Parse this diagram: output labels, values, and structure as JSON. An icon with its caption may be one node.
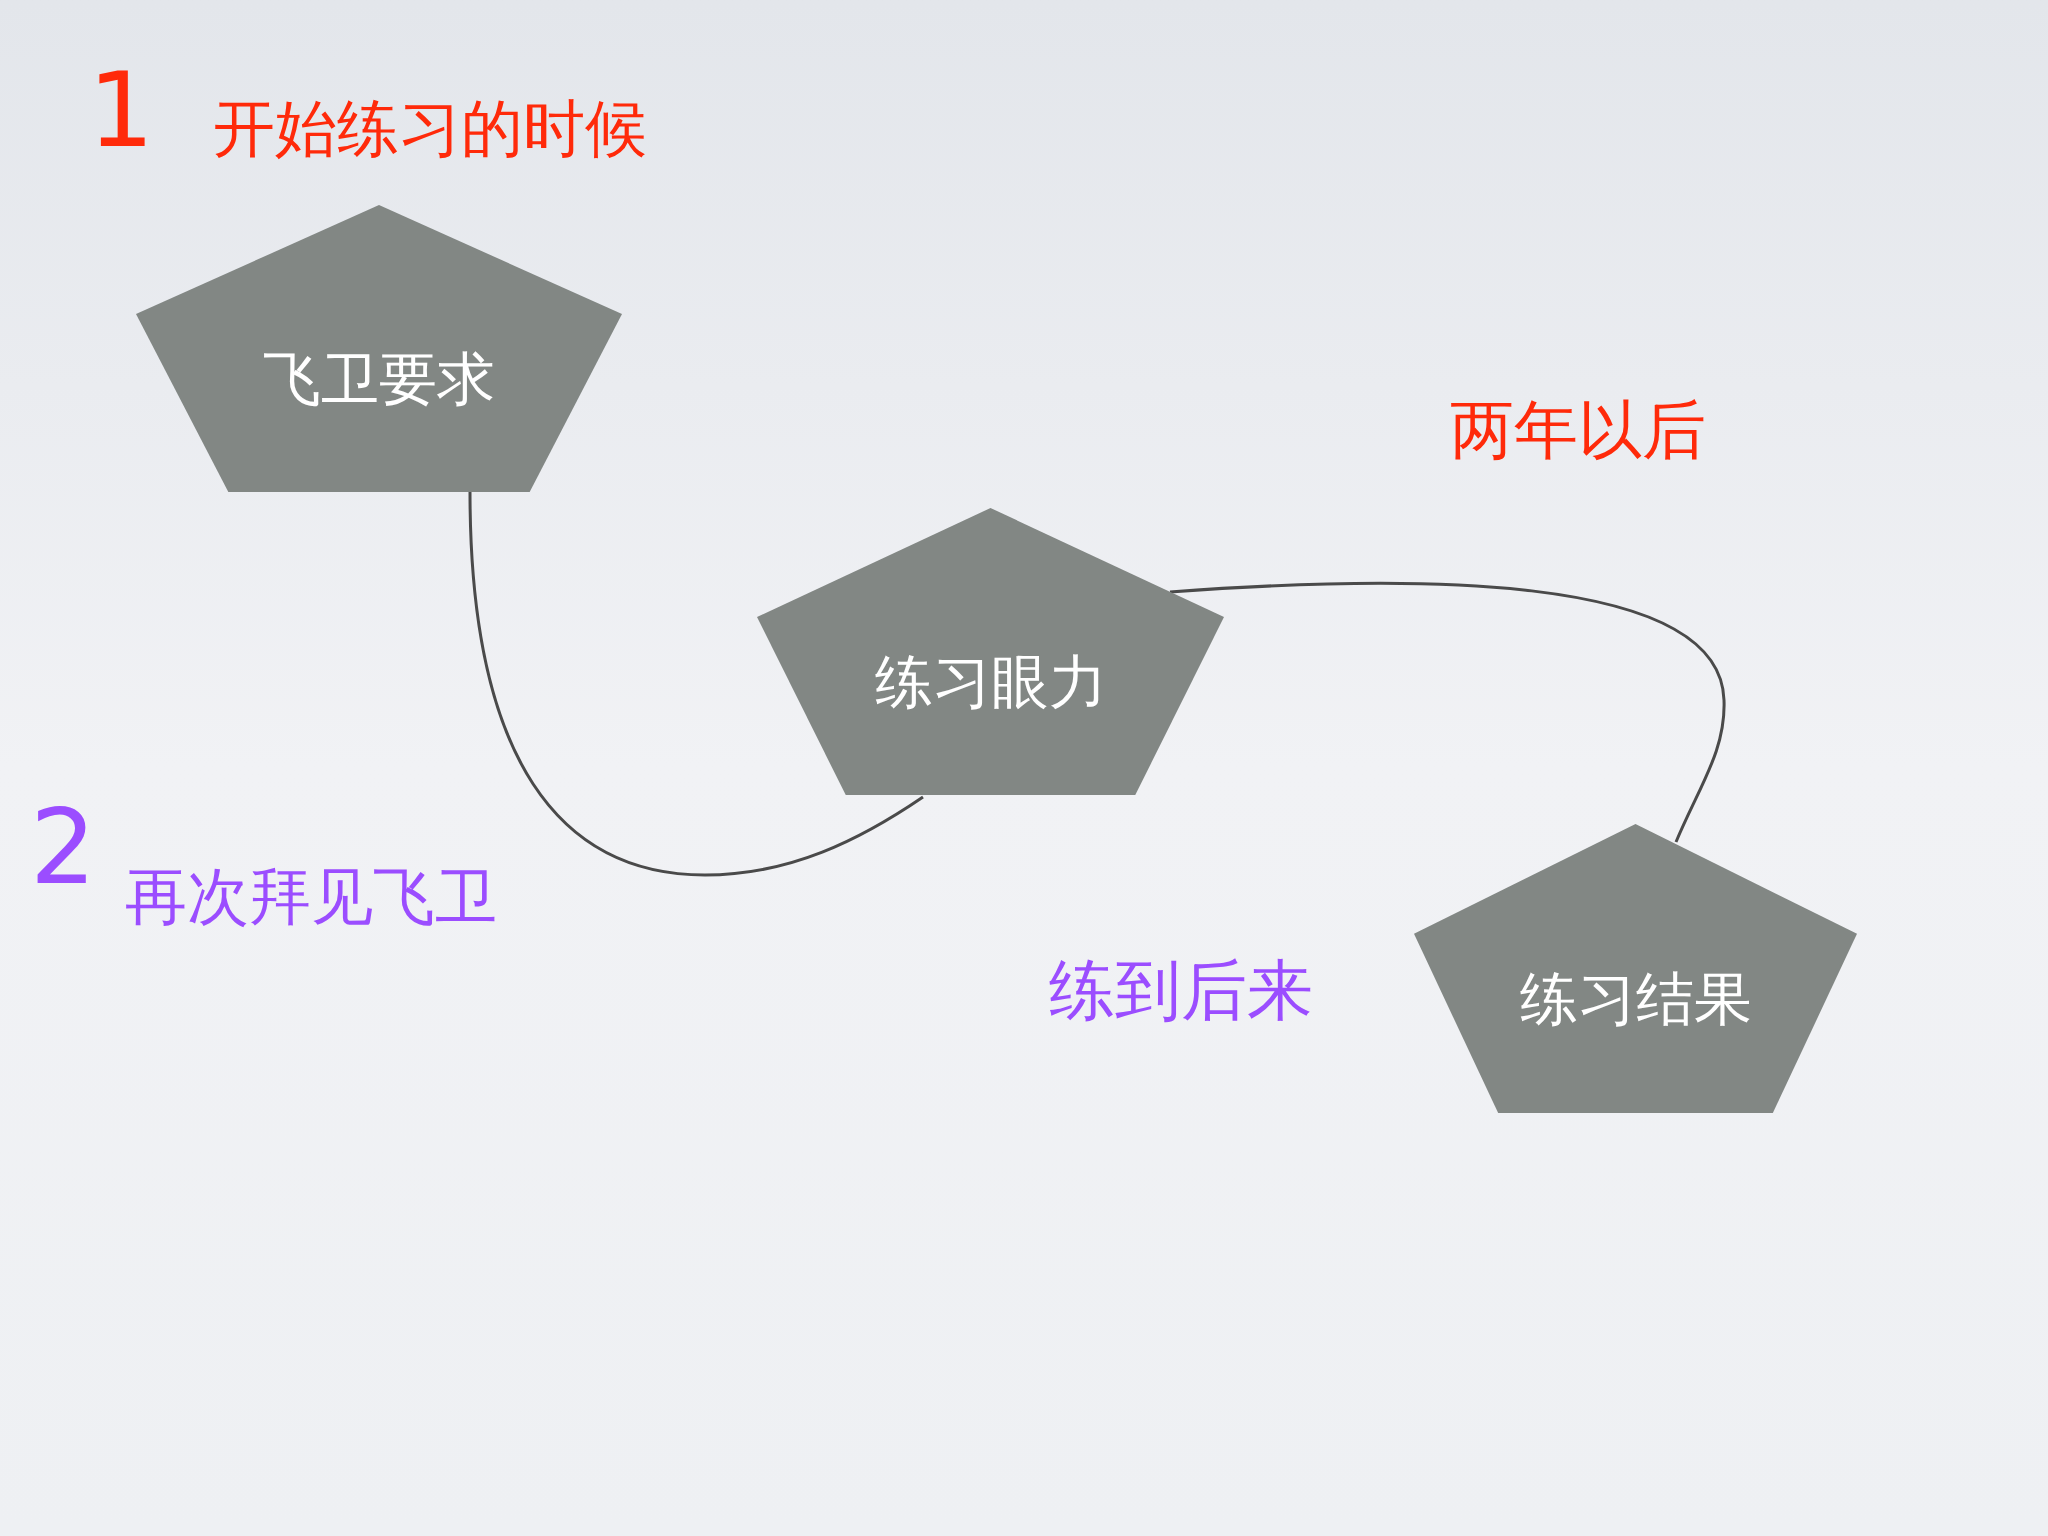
{
  "diagram": {
    "nodes": [
      {
        "text": [
          "飞卫要求"
        ]
      },
      {
        "text": [
          "练习眼力"
        ]
      },
      {
        "text": [
          "练习结果"
        ]
      }
    ],
    "edges": [
      {
        "from": 0,
        "to": 1,
        "arrow": "none"
      },
      {
        "from": 1,
        "to": 2,
        "arrow": "none"
      }
    ],
    "labels": [
      "1",
      "开始练习的时候",
      "两年以后",
      "2",
      "再次拜见飞卫",
      "练到后来"
    ]
  }
}
